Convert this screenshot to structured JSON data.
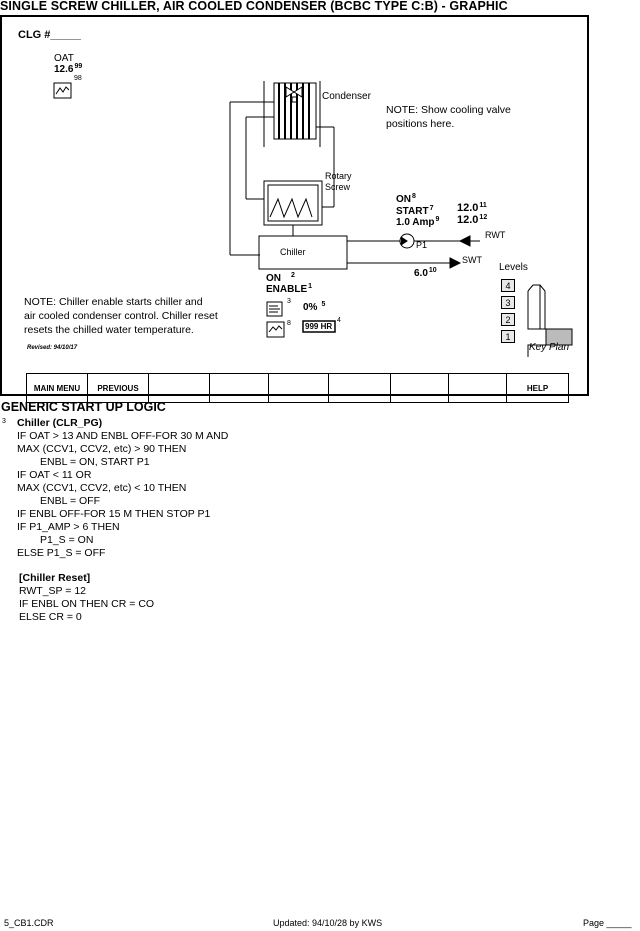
{
  "page": {
    "title": "SINGLE SCREW CHILLER, AIR COOLED CONDENSER (BCBC TYPE C:B)  -  GRAPHIC"
  },
  "graphic": {
    "clg_label": "CLG #_____",
    "oat": {
      "label": "OAT",
      "value": "12.6",
      "ref": "99",
      "trend_ref": "98"
    },
    "condenser_label": "Condenser",
    "note_valve": [
      "NOTE: Show cooling valve",
      "positions here."
    ],
    "rotary_screw_label": [
      "Rotary",
      "Screw"
    ],
    "chiller_label": "Chiller",
    "pump": {
      "status": "ON",
      "status_ref": "8",
      "start": "START",
      "start_ref": "7",
      "amp": "1.0 Amp",
      "amp_ref": "9",
      "label": "P1"
    },
    "rwt": {
      "value": "12.0",
      "ref": "11",
      "sp_value": "12.0",
      "sp_ref": "12",
      "label": "RWT"
    },
    "swt": {
      "value": "6.0",
      "ref": "10",
      "label": "SWT"
    },
    "enable": {
      "status": "ON",
      "status_ref": "2",
      "label": "ENABLE",
      "label_ref": "1"
    },
    "doc_ref": "3",
    "trend2_ref": "8",
    "percent": {
      "value": "0%",
      "ref": "5"
    },
    "hours": {
      "value": "999 HR",
      "ref": "4"
    },
    "note_enable": [
      "NOTE: Chiller enable starts chiller and",
      "air cooled condenser control.  Chiller reset",
      "resets the chilled water temperature."
    ],
    "revised": "Revised: 94/10/17",
    "levels": {
      "label": "Levels",
      "items": [
        "4",
        "3",
        "2",
        "1"
      ]
    },
    "key_plan": "Key Plan",
    "nav": [
      "MAIN MENU",
      "PREVIOUS",
      "",
      "",
      "",
      "",
      "",
      "",
      "HELP"
    ]
  },
  "logic": {
    "heading": "GENERIC START UP LOGIC",
    "item_ref": "3",
    "section1_title": "Chiller (CLR_PG)",
    "section1_lines": [
      "IF OAT > 13 AND ENBL OFF-FOR 30 M AND",
      "MAX (CCV1, CCV2, etc) > 90 THEN",
      "ENBL = ON, START P1",
      "IF OAT < 11 OR",
      "MAX (CCV1, CCV2, etc) < 10 THEN",
      "ENBL = OFF",
      "IF ENBL OFF-FOR 15 M THEN STOP P1",
      "IF P1_AMP > 6 THEN",
      "P1_S = ON",
      "ELSE P1_S = OFF"
    ],
    "section2_title": "[Chiller Reset]",
    "section2_lines": [
      "RWT_SP = 12",
      "IF ENBL ON THEN CR = CO",
      "ELSE CR = 0"
    ]
  },
  "footer": {
    "file": "5_CB1.CDR",
    "updated": "Updated: 94/10/28 by KWS",
    "page": "Page _____"
  }
}
